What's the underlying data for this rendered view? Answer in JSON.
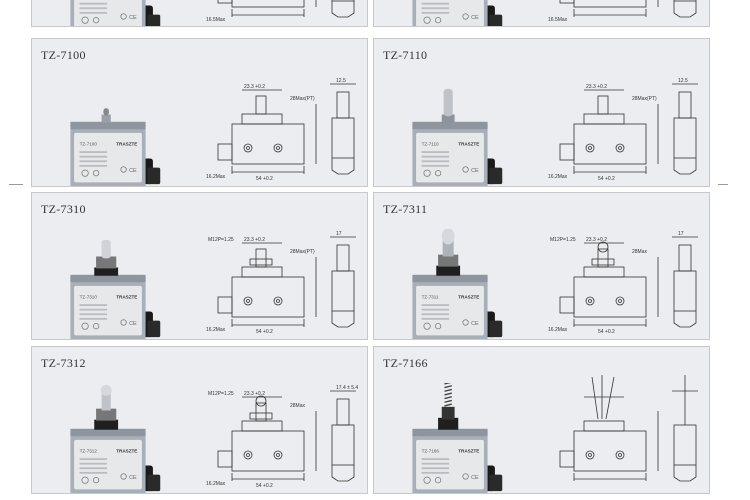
{
  "cells": [
    {
      "model": "",
      "dims": {
        "top": "",
        "left": "16.5Max",
        "mid": "",
        "bot": ""
      }
    },
    {
      "model": "",
      "dims": {
        "top": "",
        "left": "16.5Max",
        "mid": "",
        "bot": ""
      }
    },
    {
      "model": "TZ-7100",
      "label": "TZ-7100",
      "brand": "TRASZTE",
      "dims": {
        "top": "23.3 +0.2",
        "op": "28Max(PT)",
        "left": "16.2Max",
        "bot": "54 +0.2",
        "w": "12.5"
      }
    },
    {
      "model": "TZ-7110",
      "label": "TZ-7110",
      "brand": "TRASZTE",
      "dims": {
        "top": "23.3 +0.2",
        "op": "28Max(PT)",
        "left": "16.2Max",
        "bot": "54 +0.2",
        "w": "12.5"
      }
    },
    {
      "model": "TZ-7310",
      "label": "TZ-7310",
      "brand": "TRASZTE",
      "dims": {
        "top": "23.3 +0.2",
        "thread": "M12P=1.25",
        "op": "28Max(PT)",
        "left": "16.2Max",
        "bot": "54 +0.2",
        "w": "17"
      }
    },
    {
      "model": "TZ-7311",
      "label": "TZ-7311",
      "brand": "TRASZTE",
      "dims": {
        "top": "23.3 +0.2",
        "thread": "M12P=1.25",
        "op": "28Max",
        "left": "16.2Max",
        "bot": "54 +0.2",
        "w": "17"
      }
    },
    {
      "model": "TZ-7312",
      "label": "TZ-7312",
      "brand": "TRASZTE",
      "dims": {
        "top": "23.3 +0.2",
        "thread": "M12P=1.25",
        "op": "28Max",
        "left": "16.2Max",
        "bot": "54 +0.2",
        "w": "17.4 ± 5.4"
      }
    },
    {
      "model": "TZ-7166",
      "label": "TZ-7166",
      "brand": "TRASZTE",
      "dims": {
        "top": "",
        "op": "",
        "left": "",
        "bot": "",
        "w": ""
      }
    }
  ]
}
